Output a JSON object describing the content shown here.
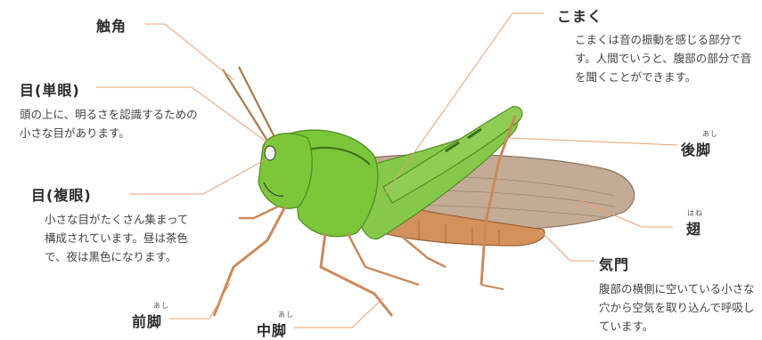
{
  "labels": {
    "antenna": "触角",
    "ocellus": "目(単眼)",
    "ocellus_desc": "頭の上に、明るさを認識するための小さな目があります。",
    "compound_eye": "目(複眼)",
    "compound_eye_desc": "小さな目がたくさん集まって構成されています。昼は茶色で、夜は黒色になります。",
    "foreleg": "前脚",
    "foreleg_ruby": "あし",
    "midleg": "中脚",
    "midleg_ruby": "あし",
    "tympanum": "こまく",
    "tympanum_desc": "こまくは音の振動を感じる部分です。人間でいうと、腹部の部分で音を聞くことができます。",
    "hindleg": "後脚",
    "hindleg_ruby": "あし",
    "wing": "翅",
    "wing_ruby": "はね",
    "spiracle": "気門",
    "spiracle_desc": "腹部の横側に空いている小さな穴から空気を取り込んで呼吸しています。"
  },
  "colors": {
    "leader_line": "#e8a070",
    "body_green": "#7cc63a",
    "body_dark_green": "#4f8f24",
    "wing_brown": "#b89a82",
    "leg_brown": "#c98a5a"
  }
}
